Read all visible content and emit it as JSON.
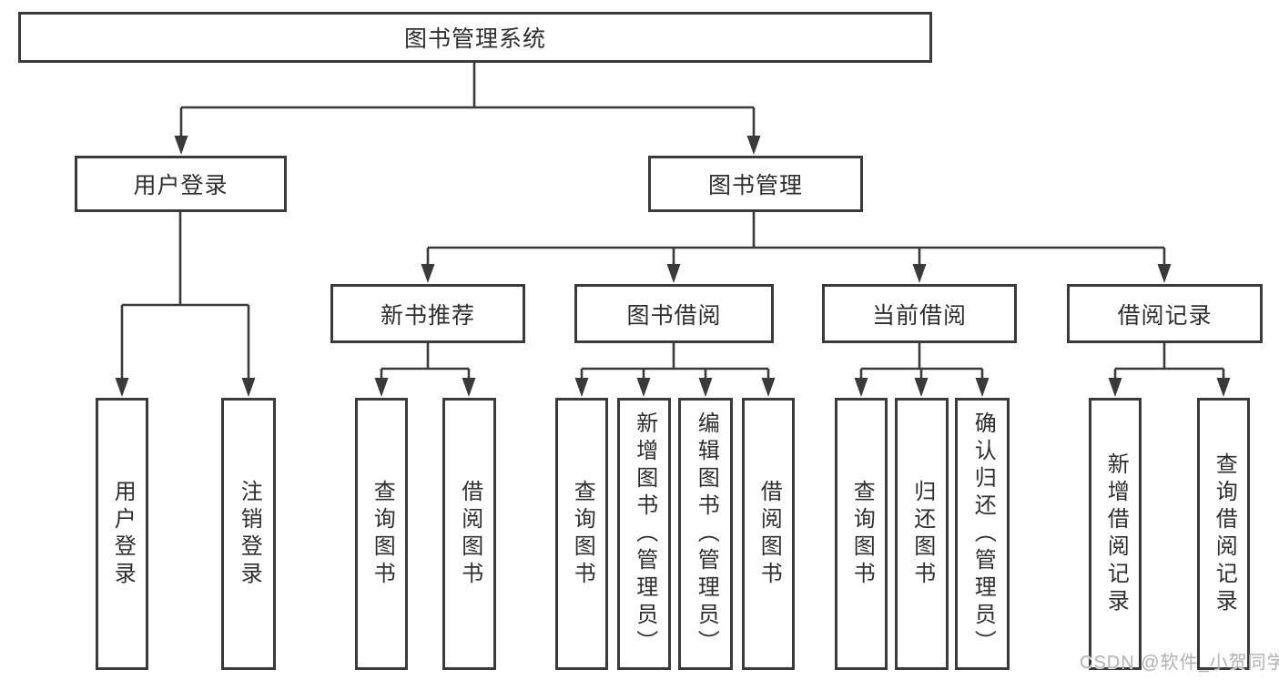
{
  "colors": {
    "line": "#3a3a3a",
    "text": "#2e2e2e",
    "background": "#ffffff",
    "watermark": "#b5b5b5"
  },
  "watermark": {
    "text": "CSDN @软件_小贺同学"
  },
  "diagram": {
    "type": "hierarchy-tree",
    "root": {
      "label": "图书管理系统"
    },
    "level2": {
      "user_login": {
        "label": "用户登录"
      },
      "book_mgmt": {
        "label": "图书管理"
      }
    },
    "level3": {
      "new_book_rec": {
        "label": "新书推荐"
      },
      "book_borrow": {
        "label": "图书借阅"
      },
      "current_borrow": {
        "label": "当前借阅"
      },
      "borrow_records": {
        "label": "借阅记录"
      }
    },
    "leaves": {
      "login": {
        "label": "用户登录"
      },
      "logout": {
        "label": "注销登录"
      },
      "rec_query": {
        "label": "查询图书"
      },
      "rec_borrow": {
        "label": "借阅图书"
      },
      "bb_query": {
        "label": "查询图书"
      },
      "bb_add": {
        "label": "新增图书（管理员）"
      },
      "bb_edit": {
        "label": "编辑图书（管理员）"
      },
      "bb_borrow": {
        "label": "借阅图书"
      },
      "cb_query": {
        "label": "查询图书"
      },
      "cb_return": {
        "label": "归还图书"
      },
      "cb_confirm": {
        "label": "确认归还（管理员）"
      },
      "br_add": {
        "label": "新增借阅记录"
      },
      "br_query": {
        "label": "查询借阅记录"
      }
    },
    "hierarchy": [
      {
        "parent": "图书管理系统",
        "children": [
          "用户登录",
          "图书管理"
        ]
      },
      {
        "parent": "用户登录",
        "children": [
          "用户登录",
          "注销登录"
        ]
      },
      {
        "parent": "图书管理",
        "children": [
          "新书推荐",
          "图书借阅",
          "当前借阅",
          "借阅记录"
        ]
      },
      {
        "parent": "新书推荐",
        "children": [
          "查询图书",
          "借阅图书"
        ]
      },
      {
        "parent": "图书借阅",
        "children": [
          "查询图书",
          "新增图书（管理员）",
          "编辑图书（管理员）",
          "借阅图书"
        ]
      },
      {
        "parent": "当前借阅",
        "children": [
          "查询图书",
          "归还图书",
          "确认归还（管理员）"
        ]
      },
      {
        "parent": "借阅记录",
        "children": [
          "新增借阅记录",
          "查询借阅记录"
        ]
      }
    ]
  }
}
